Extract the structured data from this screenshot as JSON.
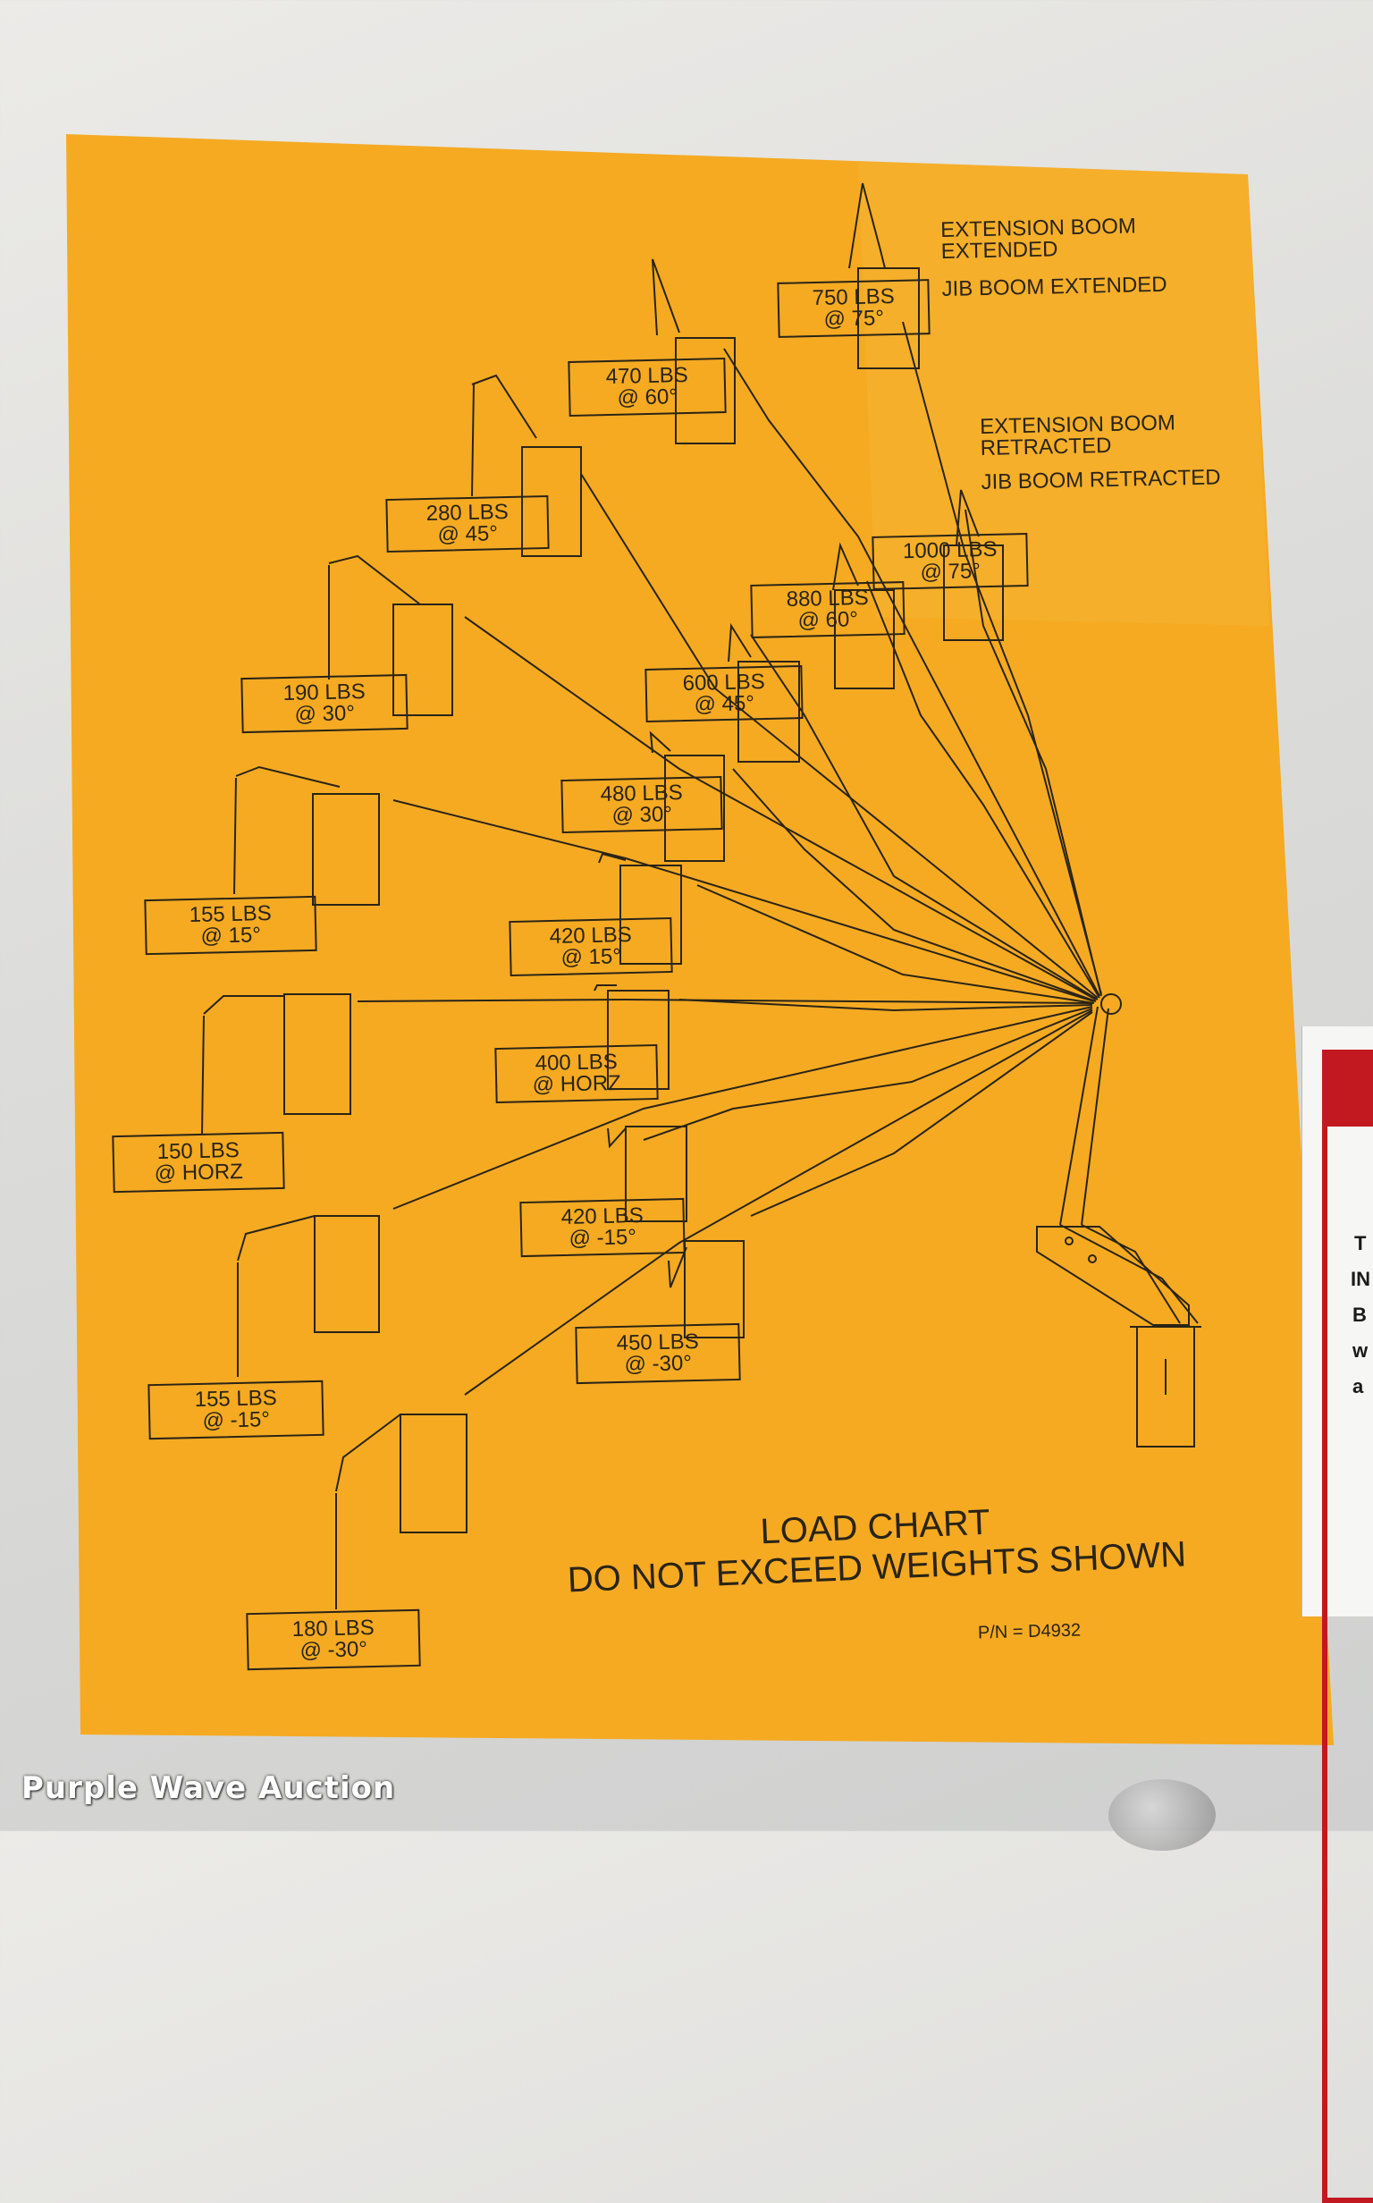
{
  "legend": {
    "extended": [
      "EXTENSION BOOM",
      "EXTENDED",
      "JIB BOOM EXTENDED"
    ],
    "retracted": [
      "EXTENSION BOOM",
      "RETRACTED",
      "JIB BOOM RETRACTED"
    ]
  },
  "load_boxes": {
    "left": [
      {
        "weight": "280 LBS",
        "angle": "@ 45°"
      },
      {
        "weight": "190 LBS",
        "angle": "@ 30°"
      },
      {
        "weight": "155 LBS",
        "angle": "@ 15°"
      },
      {
        "weight": "150 LBS",
        "angle": "@ HORZ"
      },
      {
        "weight": "155 LBS",
        "angle": "@ -15°"
      },
      {
        "weight": "180 LBS",
        "angle": "@ -30°"
      }
    ],
    "right": [
      {
        "weight": "750 LBS",
        "angle": "@ 75°"
      },
      {
        "weight": "470 LBS",
        "angle": "@ 60°"
      },
      {
        "weight": "1000 LBS",
        "angle": "@ 75°"
      },
      {
        "weight": "880 LBS",
        "angle": "@ 60°"
      },
      {
        "weight": "600 LBS",
        "angle": "@ 45°"
      },
      {
        "weight": "480 LBS",
        "angle": "@ 30°"
      },
      {
        "weight": "420 LBS",
        "angle": "@ 15°"
      },
      {
        "weight": "400 LBS",
        "angle": "@ HORZ"
      },
      {
        "weight": "420 LBS",
        "angle": "@ -15°"
      },
      {
        "weight": "450 LBS",
        "angle": "@ -30°"
      }
    ]
  },
  "title_lines": [
    "LOAD CHART",
    "DO NOT EXCEED WEIGHTS SHOWN"
  ],
  "part_number": "P/N = D4932",
  "watermark": "Purple Wave Auction",
  "side_sign_fragments": [
    "T",
    "IN",
    "B",
    "w",
    "a"
  ],
  "colors": {
    "decal": "#f5aa22",
    "ink": "#2a2417",
    "background": "#dddcda",
    "warning_red": "#c21920"
  }
}
